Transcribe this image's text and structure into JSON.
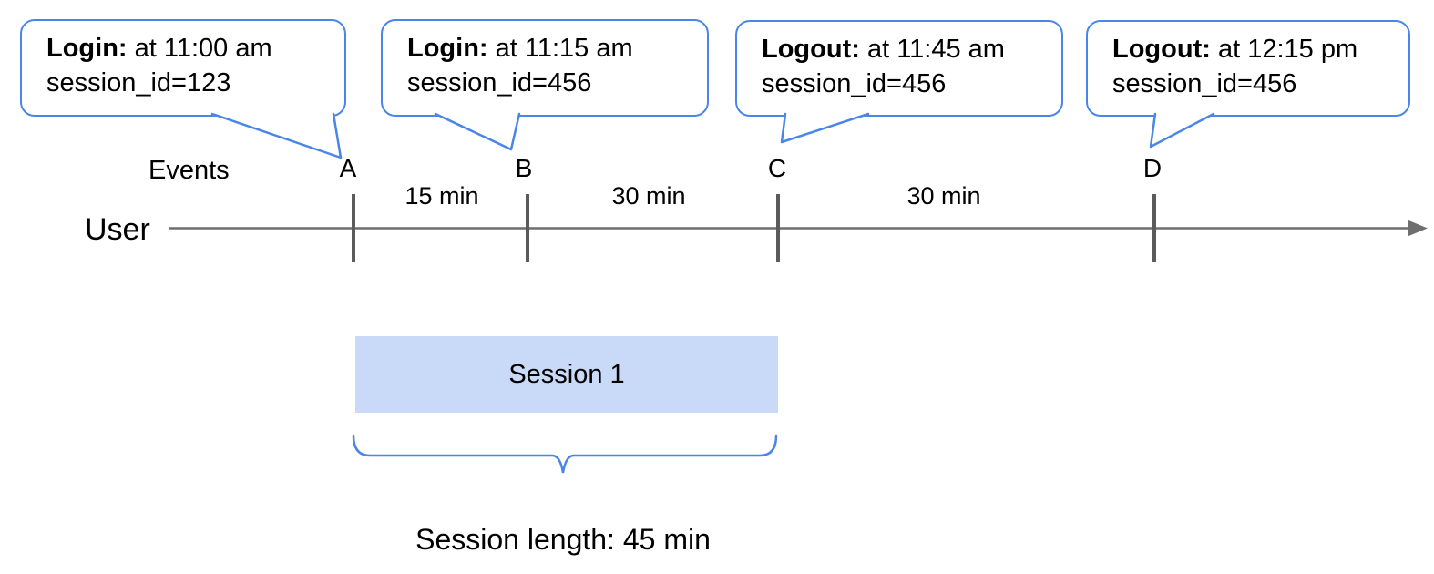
{
  "callouts": [
    {
      "label": "Login:",
      "detail": " at 11:00 am",
      "session_line": "session_id=123"
    },
    {
      "label": "Login:",
      "detail": " at 11:15 am",
      "session_line": "session_id=456"
    },
    {
      "label": "Logout:",
      "detail": " at 11:45 am",
      "session_line": "session_id=456"
    },
    {
      "label": "Logout:",
      "detail": " at 12:15 pm",
      "session_line": "session_id=456"
    }
  ],
  "timeline": {
    "events_label": "Events",
    "axis_label": "User",
    "event_markers": [
      "A",
      "B",
      "C",
      "D"
    ],
    "intervals": [
      "15 min",
      "30 min",
      "30 min"
    ]
  },
  "session": {
    "box_label": "Session 1",
    "length_label": "Session length: 45 min"
  },
  "colors": {
    "callout_border": "#4a86e8",
    "session_fill": "#c9daf8",
    "axis_line": "#6f6f6f",
    "tick": "#5b5b5b",
    "brace": "#4a86e8",
    "text": "#000000",
    "background": "#ffffff"
  }
}
